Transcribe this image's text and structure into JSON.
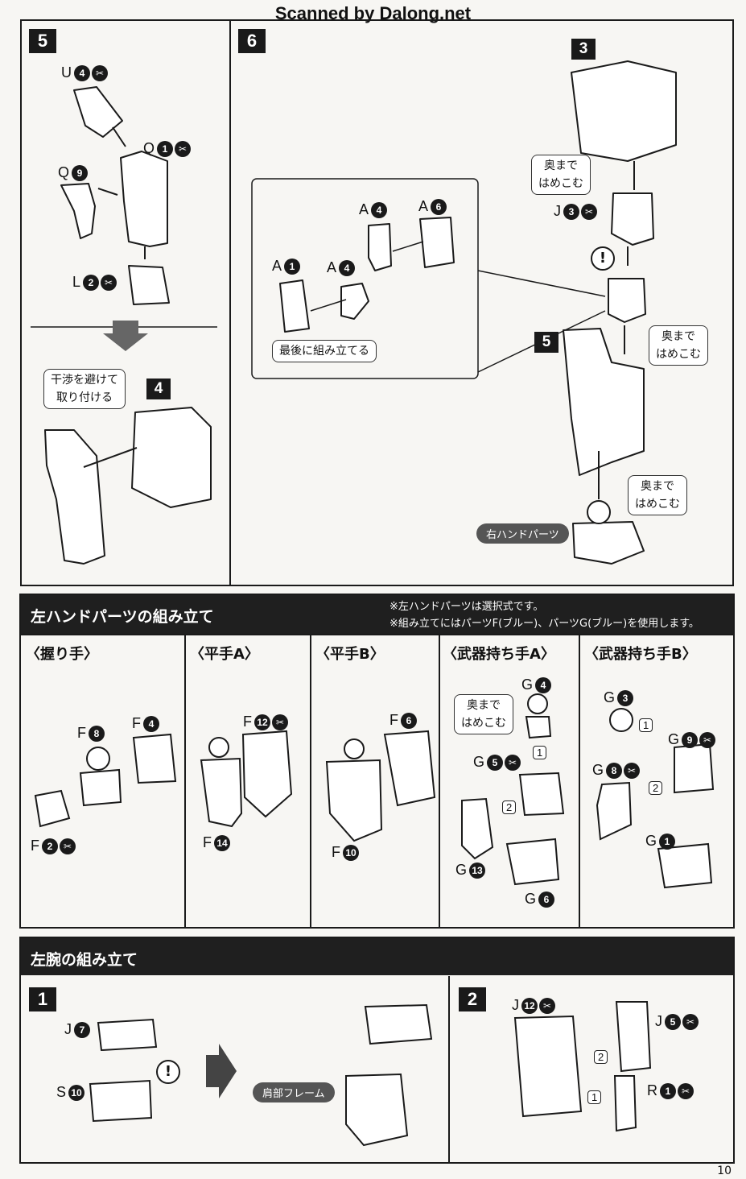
{
  "header": {
    "title": "Scanned by Dalong.net"
  },
  "top": {
    "step5": {
      "num": "5",
      "labels": {
        "u": "U",
        "u_num": "4",
        "q1": "Q",
        "q1_num": "1",
        "q9": "Q",
        "q9_num": "9",
        "l": "L",
        "l_num": "2"
      },
      "callout": "干渉を避けて\n取り付ける",
      "ref": "4"
    },
    "step6": {
      "num": "6",
      "inset": {
        "a1": "A",
        "a1_num": "1",
        "a4a": "A",
        "a4a_num": "4",
        "a4b": "A",
        "a4b_num": "4",
        "a6": "A",
        "a6_num": "6",
        "callout": "最後に組み立てる"
      },
      "ref3": "3",
      "ref5": "5",
      "j": "J",
      "j_num": "3",
      "callout_top": "奥まで\nはめこむ",
      "callout_mid": "奥まで\nはめこむ",
      "callout_bot": "奥まで\nはめこむ",
      "warning": "!",
      "pill": "右ハンドパーツ"
    }
  },
  "hands": {
    "title": "左ハンドパーツの組み立て",
    "note1": "※左ハンドパーツは選択式です。",
    "note2": "※組み立てにはパーツF(ブルー)、パーツG(ブルー)を使用します。",
    "cols": [
      {
        "header": "〈握り手〉",
        "labels": [
          {
            "t": "F",
            "n": "8"
          },
          {
            "t": "F",
            "n": "4"
          },
          {
            "t": "F",
            "n": "2"
          }
        ]
      },
      {
        "header": "〈平手A〉",
        "labels": [
          {
            "t": "F",
            "n": "12"
          },
          {
            "t": "F",
            "n": "14"
          }
        ]
      },
      {
        "header": "〈平手B〉",
        "labels": [
          {
            "t": "F",
            "n": "6"
          },
          {
            "t": "F",
            "n": "10"
          }
        ]
      },
      {
        "header": "〈武器持ち手A〉",
        "labels": [
          {
            "t": "G",
            "n": "4"
          },
          {
            "t": "G",
            "n": "5"
          },
          {
            "t": "G",
            "n": "13"
          },
          {
            "t": "G",
            "n": "6"
          }
        ],
        "callout": "奥まで\nはめこむ",
        "order1": "1",
        "order2": "2"
      },
      {
        "header": "〈武器持ち手B〉",
        "labels": [
          {
            "t": "G",
            "n": "3"
          },
          {
            "t": "G",
            "n": "9"
          },
          {
            "t": "G",
            "n": "8"
          },
          {
            "t": "G",
            "n": "1"
          }
        ],
        "order1": "1",
        "order2": "2"
      }
    ]
  },
  "arm": {
    "title": "左腕の組み立て",
    "step1": {
      "num": "1",
      "j": "J",
      "j_num": "7",
      "s": "S",
      "s_num": "10",
      "warning": "!",
      "pill": "肩部フレーム"
    },
    "step2": {
      "num": "2",
      "j12": "J",
      "j12_num": "12",
      "j5": "J",
      "j5_num": "5",
      "r": "R",
      "r_num": "1",
      "order1": "1",
      "order2": "2"
    }
  },
  "page": {
    "number": "10"
  }
}
